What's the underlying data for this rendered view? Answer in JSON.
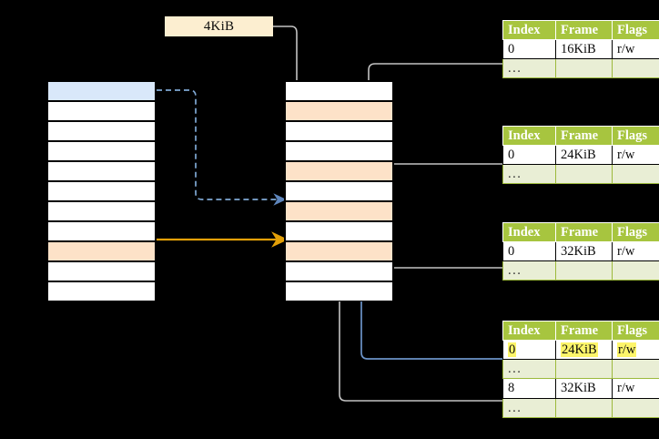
{
  "diagram": {
    "title": "page-table-walk",
    "background": "#000000",
    "size_label": {
      "text": "4KiB"
    },
    "colors": {
      "header_green": "#a7c53f",
      "ellipsis_green": "#e9eed5",
      "highlight_blue": "#d9e8fa",
      "highlight_peach": "#fde2c8",
      "highlight_yellow": "#fdf56a",
      "label_cream": "#fceed0",
      "arrow_orange": "#e8a317",
      "arrow_blue": "#6b93c8",
      "arrow_gray": "#c9c9c9"
    }
  },
  "left_column": {
    "name": "virtual-address-space",
    "rows": [
      {
        "fill": "blue"
      },
      {
        "fill": "white"
      },
      {
        "fill": "white"
      },
      {
        "fill": "white"
      },
      {
        "fill": "white"
      },
      {
        "fill": "white"
      },
      {
        "fill": "white"
      },
      {
        "fill": "white"
      },
      {
        "fill": "peach"
      },
      {
        "fill": "white"
      },
      {
        "fill": "white"
      }
    ]
  },
  "middle_column": {
    "name": "physical-memory",
    "rows": [
      {
        "fill": "white"
      },
      {
        "fill": "peach"
      },
      {
        "fill": "white"
      },
      {
        "fill": "white"
      },
      {
        "fill": "peach"
      },
      {
        "fill": "white"
      },
      {
        "fill": "peach"
      },
      {
        "fill": "white"
      },
      {
        "fill": "peach"
      },
      {
        "fill": "white"
      },
      {
        "fill": "white"
      }
    ]
  },
  "tables": [
    {
      "name": "page-table-level-4",
      "headers": [
        "Index",
        "Frame",
        "Flags"
      ],
      "rows": [
        {
          "type": "data",
          "cells": [
            "0",
            "16KiB",
            "r/w"
          ],
          "highlight": [
            false,
            false,
            false
          ]
        },
        {
          "type": "ellipsis",
          "cells": [
            "...",
            "",
            ""
          ]
        }
      ]
    },
    {
      "name": "page-table-level-3",
      "headers": [
        "Index",
        "Frame",
        "Flags"
      ],
      "rows": [
        {
          "type": "data",
          "cells": [
            "0",
            "24KiB",
            "r/w"
          ],
          "highlight": [
            false,
            false,
            false
          ]
        },
        {
          "type": "ellipsis",
          "cells": [
            "...",
            "",
            ""
          ]
        }
      ]
    },
    {
      "name": "page-table-level-2",
      "headers": [
        "Index",
        "Frame",
        "Flags"
      ],
      "rows": [
        {
          "type": "data",
          "cells": [
            "0",
            "32KiB",
            "r/w"
          ],
          "highlight": [
            false,
            false,
            false
          ]
        },
        {
          "type": "ellipsis",
          "cells": [
            "...",
            "",
            ""
          ]
        }
      ]
    },
    {
      "name": "page-table-level-1",
      "headers": [
        "Index",
        "Frame",
        "Flags"
      ],
      "rows": [
        {
          "type": "data",
          "cells": [
            "0",
            "24KiB",
            "r/w"
          ],
          "highlight": [
            true,
            true,
            true
          ]
        },
        {
          "type": "ellipsis",
          "cells": [
            "...",
            "",
            ""
          ]
        },
        {
          "type": "data",
          "cells": [
            "8",
            "32KiB",
            "r/w"
          ],
          "highlight": [
            false,
            false,
            false
          ]
        },
        {
          "type": "ellipsis",
          "cells": [
            "...",
            "",
            ""
          ]
        }
      ]
    }
  ]
}
